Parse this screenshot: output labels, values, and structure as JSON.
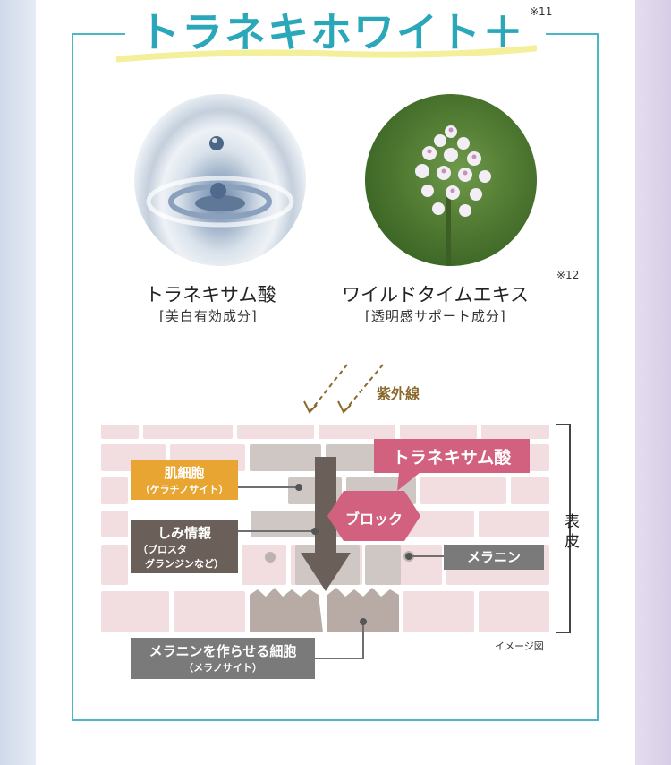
{
  "header": {
    "title": "トラネキホワイト＋",
    "note": "※11"
  },
  "ingredients": [
    {
      "name": "トラネキサム酸",
      "sub": "[美白有効成分]",
      "image": "water-drop-ripple"
    },
    {
      "name": "ワイルドタイムエキス",
      "sub": "[透明感サポート成分]",
      "note": "※12",
      "image": "wild-thyme-flower"
    }
  ],
  "diagram": {
    "uv_label": "紫外線",
    "tranexamic_label": "トラネキサム酸",
    "block_label": "ブロック",
    "keratinocyte_label": "肌細胞",
    "keratinocyte_sub": "（ケラチノサイト）",
    "signal_label": "しみ情報",
    "signal_sub_1": "（プロスタ",
    "signal_sub_2": "グランジンなど）",
    "melanin_label": "メラニン",
    "melanocyte_label": "メラニンを作らせる細胞",
    "melanocyte_sub": "（メラノサイト）",
    "epidermis_label_1": "表",
    "epidermis_label_2": "皮",
    "image_note": "イメージ図"
  },
  "colors": {
    "accent": "#2aa7b8",
    "brick": "#f2dde1",
    "gray_brick": "#cfc7c4",
    "orange": "#e9a531",
    "brown": "#6b5f59",
    "pink": "#d2607f",
    "gray": "#7a7a7a"
  }
}
